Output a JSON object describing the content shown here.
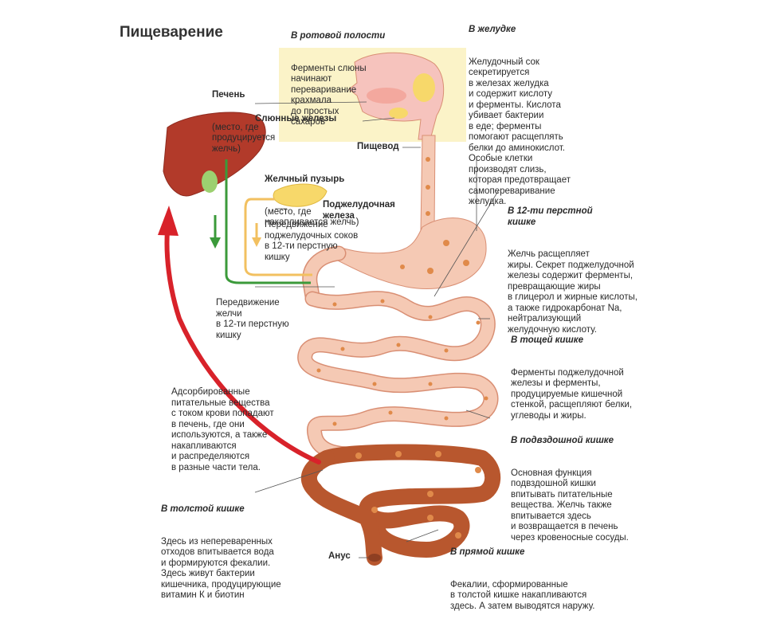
{
  "title": "Пищеварение",
  "labels": {
    "salivary": "Слюнные железы",
    "esophagus": "Пищевод",
    "pancreas": "Поджелудочная\nжелеза",
    "anus": "Анус"
  },
  "notes": {
    "mouth": {
      "heading": "В ротовой полости",
      "body": "Ферменты слюны\nначинают\nпереваривание\nкрахмала\nдо простых\nсахаров"
    },
    "stomach": {
      "heading": "В желудке",
      "body": "Желудочный сок\nсекретируется\nв железах желудка\nи содержит кислоту\nи ферменты. Кислота\nубивает бактерии\nв еде; ферменты\nпомогают расщеплять\nбелки до аминокислот.\nОсобые клетки\nпроизводят слизь,\nкоторая предотвращает\nсамопереваривание\nжелудка."
    },
    "liver": {
      "name": "Печень",
      "body": "(место, где\nпродуцируется\nжелчь)"
    },
    "gallbladder": {
      "name": "Желчный пузырь",
      "body": "(место, где\nнакапливается желчь)"
    },
    "duodenum": {
      "heading": "В 12-ти перстной\nкишке",
      "body": "Желчь расщепляет\nжиры. Секрет поджелудочной\nжелезы содержит ферменты,\nпревращающие жиры\nв глицерол и жирные кислоты,\nа также гидрокарбонат Na,\nнейтрализующий\nжелудочную кислоту."
    },
    "pancreatic_flow": "Передвижение\nподжелудочных соков\nв 12-ти перстную\nкишку",
    "bile_flow": "Передвижение\nжелчи\nв 12-ти перстную\nкишку",
    "jejunum": {
      "heading": "В тощей кишке",
      "body": "Ферменты поджелудочной\nжелезы и ферменты,\nпродуцируемые кишечной\nстенкой, расщепляют белки,\nуглеводы и жиры."
    },
    "absorbed": "Адсорбированные\nпитательные вещества\nс током крови попадают\nв печень, где они\nиспользуются, а также\nнакапливаются\nи распределяются\nв разные части тела.",
    "ileum": {
      "heading": "В подвздошной кишке",
      "body": "Основная функция\nподвздошной кишки\nвпитывать питательные\nвещества. Желчь также\nвпитывается здесь\nи возвращается в печень\nчерез кровеносные сосуды."
    },
    "colon": {
      "heading": "В толстой кишке",
      "body": "Здесь из непереваренных\nотходов впитывается вода\nи формируются фекалии.\nЗдесь живут бактерии\nкишечника, продуцирующие\nвитамин К и биотин"
    },
    "rectum": {
      "heading": "В прямой кишке",
      "body": "Фекалии, сформированные\nв толстой кишке накапливаются\nздесь. А затем выводятся наружу."
    }
  },
  "colors": {
    "liver": "#b23a2a",
    "gut": "#f5c9b4",
    "gut_outline": "#d98f74",
    "spots": "#e08a4a",
    "colon": "#b8572e",
    "pancreas": "#f7d86a",
    "bile_arrow": "#3b9a3a",
    "pancreatic_arrow": "#f2c060",
    "blood_arrow": "#d8222a",
    "head_box": "#fbf3c8"
  }
}
